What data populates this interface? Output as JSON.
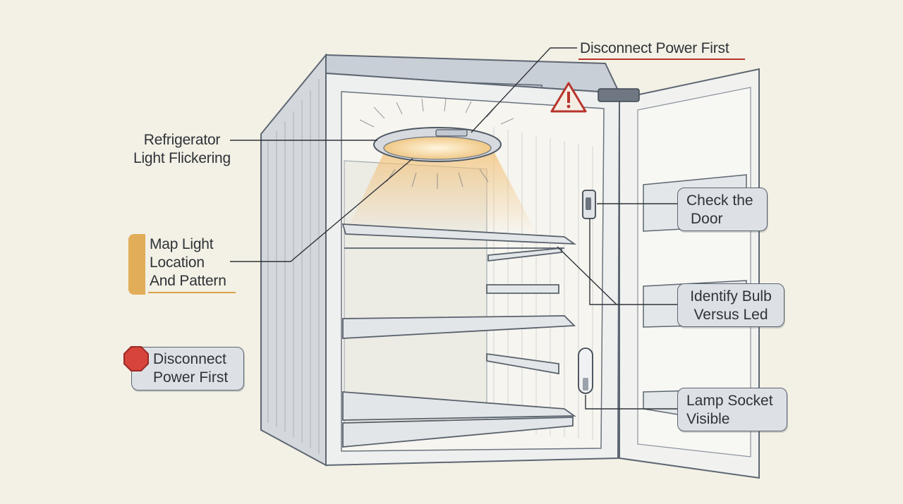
{
  "callouts": {
    "top_warning": "Disconnect Power First",
    "light_flicker": {
      "line1": "Refrigerator",
      "line2": "Light Flickering"
    },
    "map_light": {
      "line1": "Map Light",
      "line2": "Location",
      "line3": "And Pattern"
    },
    "side_warning": {
      "line1": "Disconnect",
      "line2": "Power First"
    },
    "check_door": {
      "line1": "Check the",
      "line2": "Door"
    },
    "identify_bulb": {
      "line1": "Identify Bulb",
      "line2": "Versus Led"
    },
    "lamp_socket": {
      "line1": "Lamp Socket",
      "line2": "Visible"
    }
  },
  "icons": {
    "warning": "warning-triangle-icon",
    "stop": "stop-octagon-icon"
  },
  "colors": {
    "background": "#f3f0e5",
    "warning_red": "#b8342c",
    "light_glow": "#f2c27a",
    "box_fill": "#dde1e6",
    "accent_gold": "#e1ad58"
  }
}
